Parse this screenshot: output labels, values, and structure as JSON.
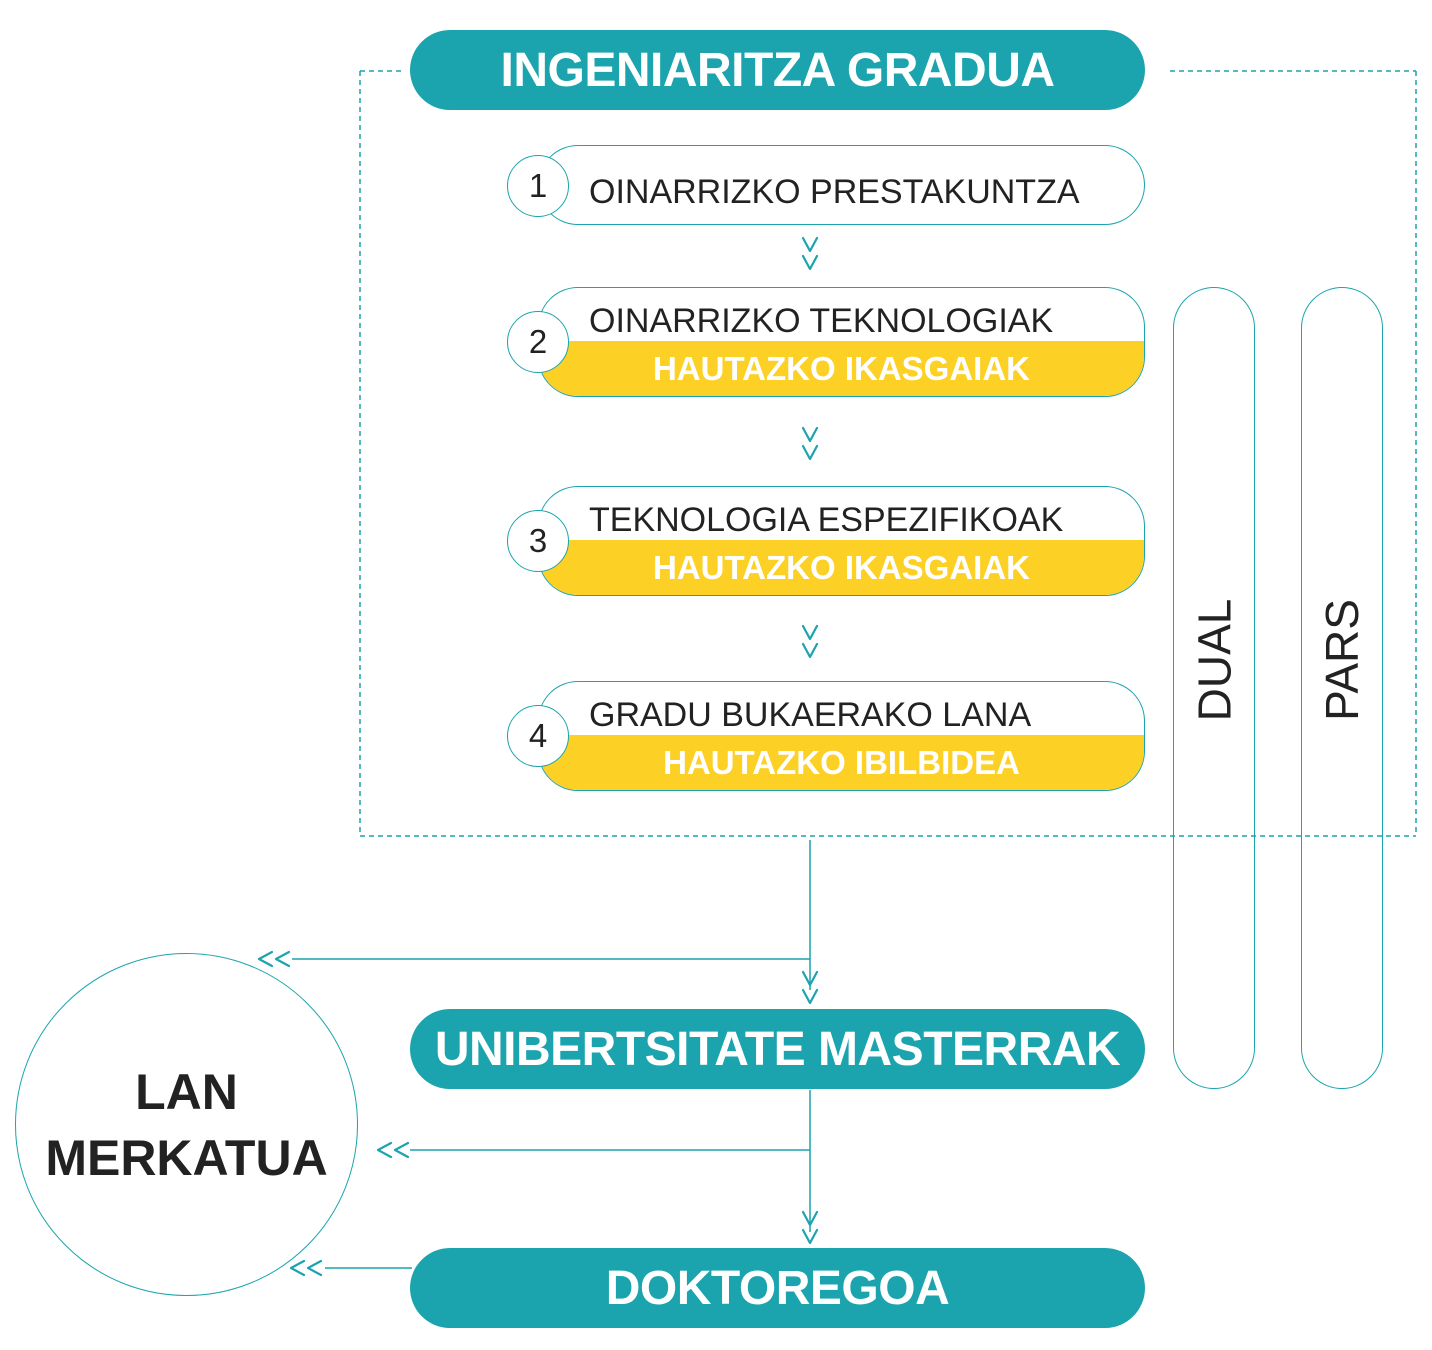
{
  "top_box": "INGENIARITZA GRADUA",
  "stages": [
    {
      "number": "1",
      "label": "OINARRIZKO PRESTAKUNTZA",
      "extra": ""
    },
    {
      "number": "2",
      "label": "OINARRIZKO TEKNOLOGIAK",
      "extra": "HAUTAZKO IKASGAIAK"
    },
    {
      "number": "3",
      "label": "TEKNOLOGIA ESPEZIFIKOAK",
      "extra": "HAUTAZKO IKASGAIAK"
    },
    {
      "number": "4",
      "label": "GRADU BUKAERAKO LANA",
      "extra": "HAUTAZKO IBILBIDEA"
    }
  ],
  "side_programs": [
    "DUAL",
    "PARS"
  ],
  "masters_box": "UNIBERTSITATE MASTERRAK",
  "doctorate_box": "DOKTOREGOA",
  "labour_market": {
    "line1": "LAN",
    "line2": "MERKATUA"
  },
  "colors": {
    "teal": "#1ba4ae",
    "yellow": "#fcd025",
    "text": "#222222"
  },
  "arrow_glyphs": {
    "down": "v",
    "left": "<<"
  }
}
